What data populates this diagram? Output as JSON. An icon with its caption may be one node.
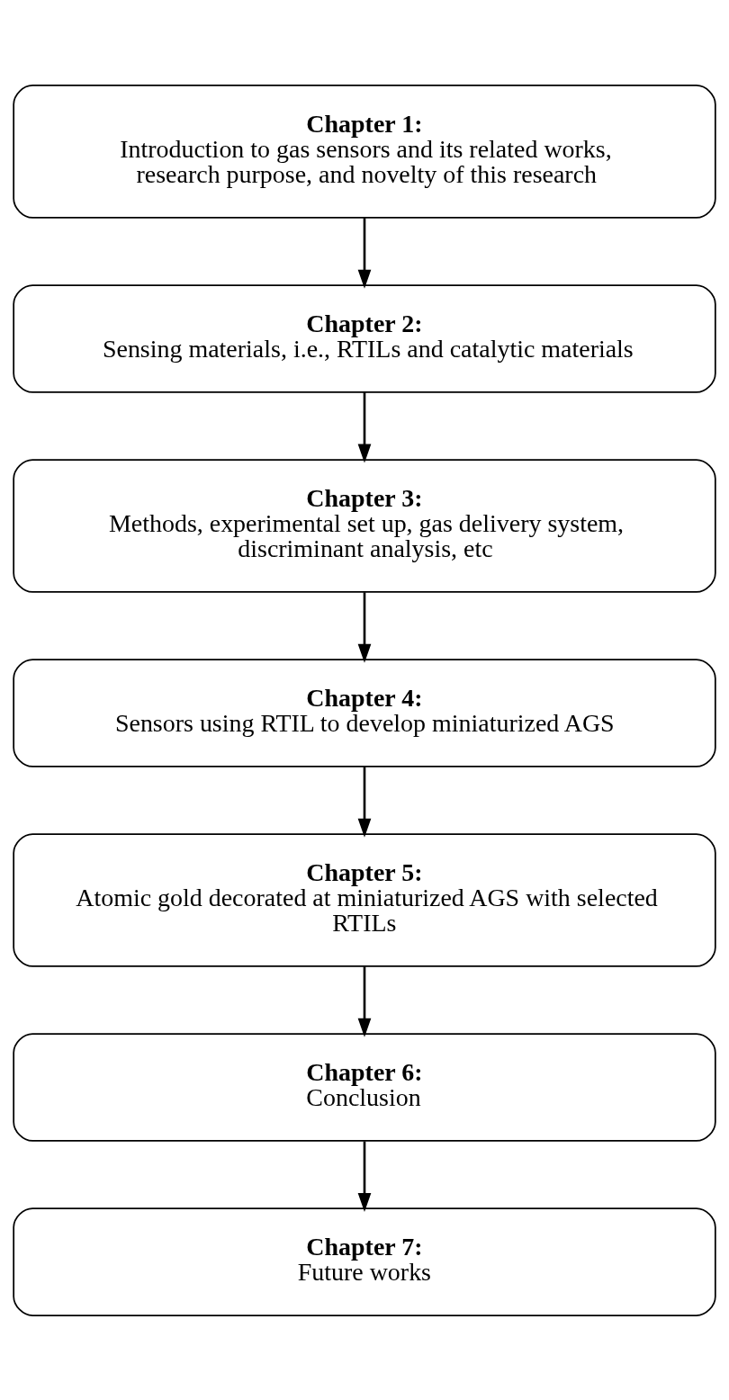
{
  "diagram": {
    "nodes": [
      {
        "text": [
          "Chapter 1:",
          "Introduction to gas sensors and its related works, research purpose, and novelty of this research"
        ]
      },
      {
        "text": [
          "Chapter 2:",
          "Sensing materials, i.e., RTILs and catalytic materials"
        ]
      },
      {
        "text": [
          "Chapter 3:",
          "Methods, experimental set up, gas delivery system, discriminant analysis, etc"
        ]
      },
      {
        "text": [
          "Chapter 4:",
          "Sensors using RTIL to develop miniaturized AGS"
        ]
      },
      {
        "text": [
          "Chapter 5:",
          "Atomic gold decorated at miniaturized AGS with selected RTILs"
        ]
      },
      {
        "text": [
          "Chapter 6:",
          "Conclusion"
        ]
      },
      {
        "text": [
          "Chapter 7:",
          "Future works"
        ]
      }
    ],
    "edges": [
      {
        "from": 0,
        "to": 1,
        "arrow": "to"
      },
      {
        "from": 1,
        "to": 2,
        "arrow": "to"
      },
      {
        "from": 2,
        "to": 3,
        "arrow": "to"
      },
      {
        "from": 3,
        "to": 4,
        "arrow": "to"
      },
      {
        "from": 4,
        "to": 5,
        "arrow": "to"
      },
      {
        "from": 5,
        "to": 6,
        "arrow": "to"
      }
    ]
  }
}
